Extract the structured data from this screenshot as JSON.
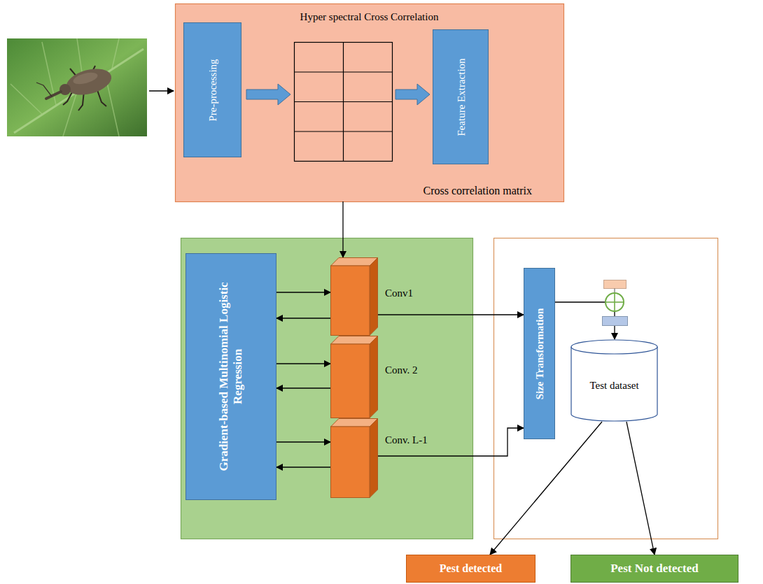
{
  "diagram": {
    "nodes": [
      {
        "text": [
          "Hyper spectral Cross Correlation",
          "Cross correlation matrix"
        ]
      },
      {
        "text": [
          "Pre-processing"
        ],
        "in": 0
      },
      {
        "text": [
          "Feature Extraction"
        ],
        "in": 0
      },
      {
        "text": [
          "Gradient-based Multinomial Logistic Regression"
        ]
      },
      {
        "text": [
          "Conv1"
        ]
      },
      {
        "text": [
          "Conv. 2"
        ]
      },
      {
        "text": [
          "Conv. L-1"
        ]
      },
      {
        "text": [
          "Size Transformation"
        ]
      },
      {
        "text": [
          "Test dataset"
        ]
      },
      {
        "text": [
          "Pest detected"
        ]
      },
      {
        "text": [
          "Pest Not detected"
        ]
      }
    ],
    "edges": [
      {
        "from": 0,
        "to": 4,
        "arrow": "to"
      },
      {
        "from": 3,
        "to": 4,
        "arrow": "to"
      },
      {
        "from": 4,
        "to": 3,
        "arrow": "to"
      },
      {
        "from": 3,
        "to": 5,
        "arrow": "to"
      },
      {
        "from": 5,
        "to": 3,
        "arrow": "to"
      },
      {
        "from": 3,
        "to": 6,
        "arrow": "to"
      },
      {
        "from": 6,
        "to": 3,
        "arrow": "to"
      },
      {
        "from": 4,
        "to": 7,
        "arrow": "to"
      },
      {
        "from": 6,
        "to": 7,
        "arrow": "to"
      },
      {
        "from": 7,
        "to": 8,
        "arrow": "to"
      },
      {
        "from": 8,
        "to": 9,
        "arrow": "to"
      },
      {
        "from": 8,
        "to": 10,
        "arrow": "to"
      }
    ]
  }
}
